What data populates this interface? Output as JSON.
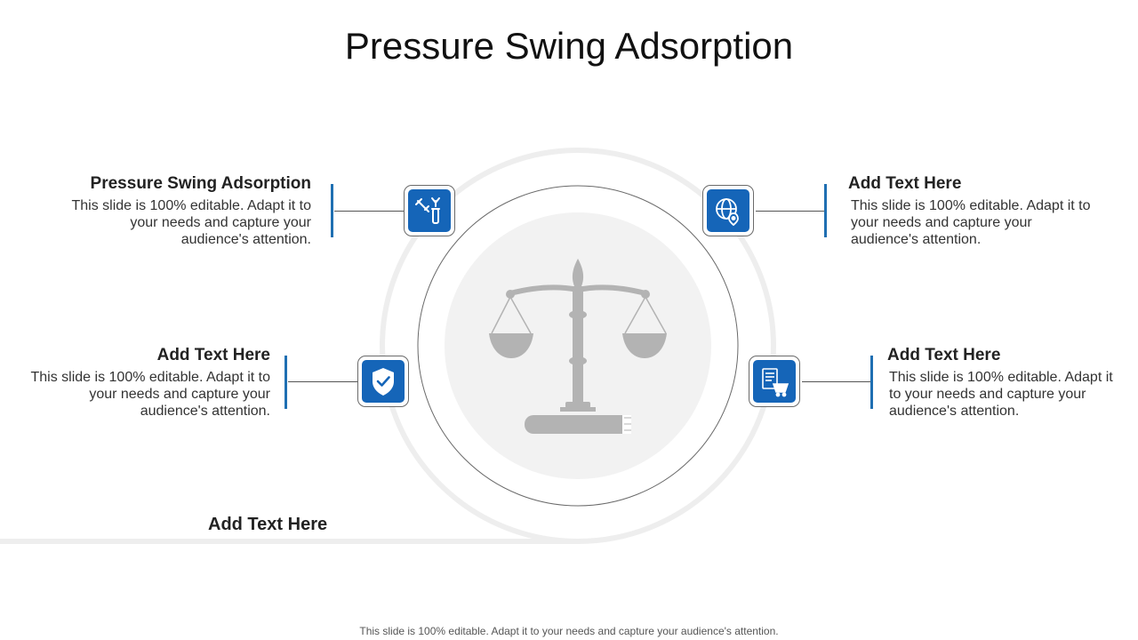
{
  "title": "Pressure Swing Adsorption",
  "items": [
    {
      "heading": "Pressure Swing Adsorption",
      "body": "This slide is 100% editable. Adapt it to your needs and capture your audience's attention.",
      "icon": "syringe-vial-icon"
    },
    {
      "heading": "Add Text Here",
      "body": "This slide is 100% editable. Adapt it to your needs and capture your audience's attention.",
      "icon": "globe-location-icon"
    },
    {
      "heading": "Add Text Here",
      "body": "This slide is 100% editable. Adapt it to your needs and capture your audience's attention.",
      "icon": "shield-check-icon"
    },
    {
      "heading": "Add Text Here",
      "body": "This slide is 100% editable. Adapt it to your needs and capture your audience's attention.",
      "icon": "document-cart-icon"
    }
  ],
  "bottom_label": "Add Text Here",
  "center_icon": "scales-of-justice-icon",
  "footer": "This slide is 100% editable. Adapt it to your needs and capture your audience's attention.",
  "colors": {
    "accent": "#1565b8",
    "bar": "#1f6fb2",
    "scale_gray": "#b3b3b3",
    "ring_gray": "#eeeeee"
  }
}
